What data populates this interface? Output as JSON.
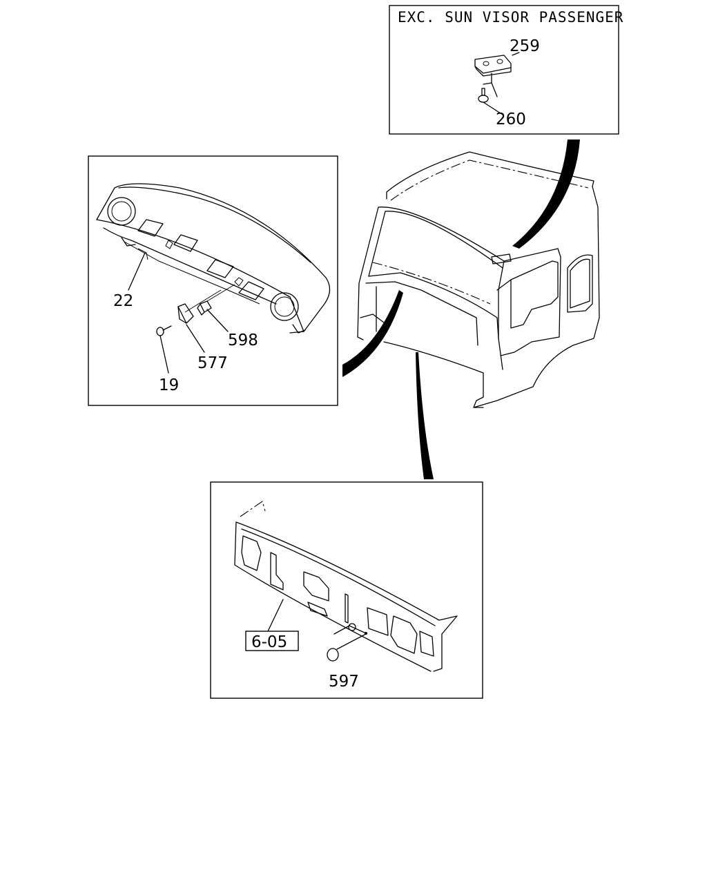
{
  "inset_top_right": {
    "title": "EXC. SUN VISOR PASSENGER",
    "parts": [
      "259",
      "260"
    ]
  },
  "inset_left": {
    "parts": [
      "22",
      "598",
      "577",
      "19"
    ]
  },
  "inset_bottom": {
    "ref_label": "6-05",
    "parts": [
      "597"
    ]
  },
  "colors": {
    "line": "#000000",
    "background": "#ffffff"
  }
}
